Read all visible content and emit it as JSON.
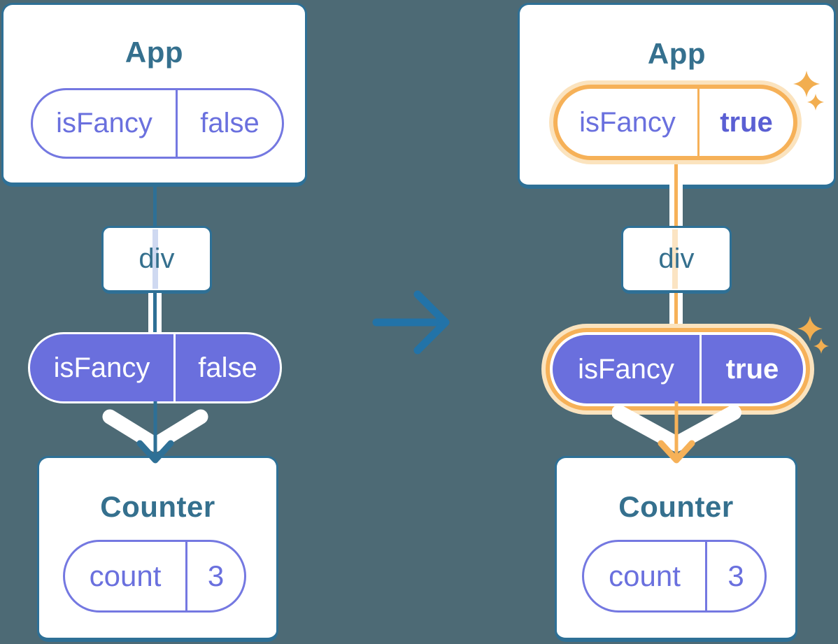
{
  "colors": {
    "bg": "#4D6A75",
    "card_border": "#2E7096",
    "title_text": "#35708E",
    "purple_fill": "#6A6FDD",
    "purple_outline": "#7478E1",
    "purple_text": "#6A70DE",
    "purple_bold_text": "#5A5FD3",
    "lavender_trace": "#CFD9F1",
    "peach_trace": "#FBE4C3",
    "orange": "#F6B158",
    "cream": "#FBE3BE",
    "sparkle": "#F2AE50",
    "arrow_blue": "#2273A8",
    "white": "#FFFFFF"
  },
  "left_tree": {
    "app_card": {
      "title": "App",
      "prop_pill": {
        "key": "isFancy",
        "value": "false"
      }
    },
    "div_node": {
      "label": "div"
    },
    "prop_pill": {
      "key": "isFancy",
      "value": "false"
    },
    "counter_card": {
      "title": "Counter",
      "state_pill": {
        "key": "count",
        "value": "3"
      }
    }
  },
  "right_tree": {
    "app_card": {
      "title": "App",
      "prop_pill": {
        "key": "isFancy",
        "value": "true"
      }
    },
    "div_node": {
      "label": "div"
    },
    "prop_pill": {
      "key": "isFancy",
      "value": "true"
    },
    "counter_card": {
      "title": "Counter",
      "state_pill": {
        "key": "count",
        "value": "3"
      }
    }
  }
}
